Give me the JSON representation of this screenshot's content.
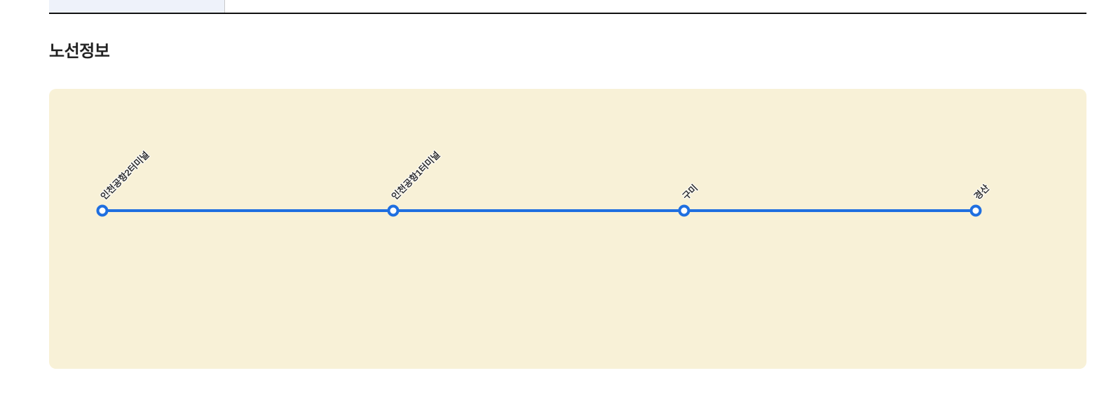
{
  "section": {
    "title": "노선정보"
  },
  "table_fragment": {
    "header_cell_bg": "#EEF2FA",
    "divider_color": "#C9C9C9",
    "bottom_border_color": "#111111"
  },
  "chart_data": {
    "type": "line",
    "title": "",
    "xlabel": "",
    "ylabel": "",
    "categories": [
      "인천공항2터미널",
      "인천공항1터미널",
      "구미",
      "경산"
    ],
    "values": [
      0,
      0,
      0,
      0
    ],
    "layout": {
      "grid": false,
      "legend": false,
      "axes_visible": false,
      "evenly_spaced": true,
      "label_rotation_deg": 45,
      "marker": "open-circle"
    },
    "colors": {
      "line": "#1F6FE0",
      "marker_stroke": "#1F6FE0",
      "marker_fill": "#FFFFFF",
      "panel_background": "#F8F1D7",
      "label_text": "#333333"
    }
  }
}
